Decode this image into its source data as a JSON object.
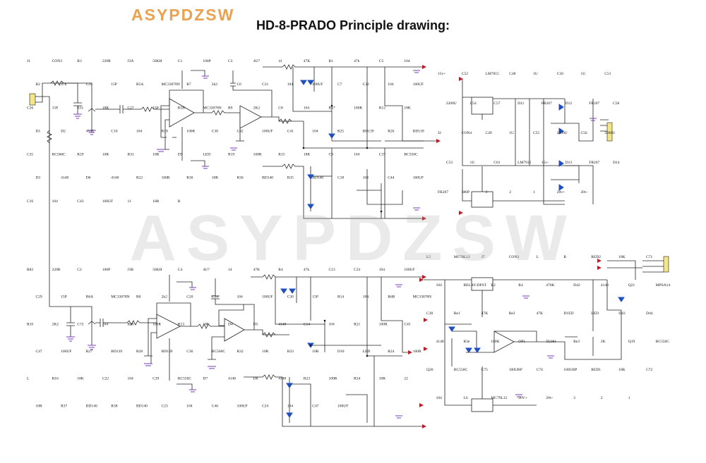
{
  "header": {
    "brand": "ASYPDZSW",
    "title": "HD-8-PRADO Principle drawing:",
    "watermark": "ASYPDZSW"
  },
  "colors": {
    "brand": "#e9a24f",
    "wire": "#222222",
    "ground": "#7a3fb5",
    "diode": "#1f4fbf",
    "rail": "#b3202a",
    "connector": "#f3e58a"
  },
  "labels": {
    "top": [
      "J1",
      "CON3",
      "R3",
      "220R",
      "J3A",
      "50KH",
      "C1",
      "100P",
      "C3",
      "4U7",
      "41",
      "47K",
      "R1",
      "47k",
      "C5",
      "104",
      "R2",
      "47k",
      "C25",
      "15P",
      "R5A",
      "MC33078N",
      "R7",
      "2k2",
      "C6",
      "C31",
      "104",
      "100UF",
      "C7",
      "C32",
      "104",
      "100UF",
      "C26",
      "15P",
      "R11",
      "18K",
      "C27",
      "15P",
      "R5B",
      "MC33078N",
      "R9",
      "2K2",
      "C8",
      "104",
      "R17",
      "100R",
      "R12",
      "18K",
      "D1",
      "D2",
      "4148",
      "C10",
      "104",
      "R18",
      "100R",
      "C30",
      "C42",
      "100UF",
      "C41",
      "104",
      "R25",
      "BD139",
      "R26",
      "BD139",
      "C35",
      "BC560C",
      "R29",
      "10R",
      "R31",
      "10R",
      "D9",
      "LED",
      "R19",
      "100R",
      "R15",
      "18K",
      "C9",
      "104",
      "C37",
      "BC550C",
      "D3",
      "4148",
      "D6",
      "4148",
      "R22",
      "100R",
      "R30",
      "10R",
      "R36",
      "BD140",
      "R35",
      "BD140",
      "C18",
      "104",
      "C44",
      "100UF",
      "C16",
      "104",
      "C43",
      "100UF",
      "11",
      "10R",
      "R"
    ],
    "bottom": [
      "R82",
      "220R",
      "C2",
      "100P",
      "J3B",
      "50KH",
      "C4",
      "4U7",
      "14",
      "47K",
      "R4",
      "47k",
      "C13",
      "C33",
      "104",
      "100UF",
      "C29",
      "15P",
      "R6A",
      "MC33078N",
      "R8",
      "2k2",
      "C20",
      "C34",
      "104",
      "100UF",
      "C30",
      "15P",
      "R14",
      "18K",
      "R6B",
      "MC33078N",
      "R10",
      "2K2",
      "C72",
      "104",
      "R20",
      "100R",
      "R13",
      "18K",
      "D4",
      "D5",
      "4148",
      "C14",
      "104",
      "R21",
      "100R",
      "C45",
      "C47",
      "100UF",
      "R27",
      "BD139",
      "R28",
      "BD139",
      "C36",
      "BC560C",
      "R32",
      "10R",
      "R33",
      "10R",
      "D10",
      "LED",
      "R24",
      "100R",
      "L",
      "R16",
      "18K",
      "C22",
      "104",
      "C39",
      "BC550C",
      "D7",
      "4148",
      "D8",
      "4148",
      "R23",
      "100R",
      "R34",
      "10R",
      "22",
      "10R",
      "R37",
      "BD140",
      "R38",
      "BD140",
      "C23",
      "104",
      "C46",
      "100UF",
      "C24",
      "104",
      "C47",
      "100UF"
    ],
    "power": [
      "15v+",
      "C52",
      "LM7815",
      "C48",
      "1U",
      "C50",
      "1U",
      "C51",
      "2200U",
      "C54",
      "C57",
      "D11",
      "FR207",
      "D12",
      "FR207",
      "C58",
      "J2",
      "CON4",
      "C49",
      "1U",
      "C55",
      "2200U",
      "C56",
      "2200U",
      "C53",
      "1U",
      "C61",
      "LM7915",
      "15v-",
      "D13",
      "FR207",
      "D14",
      "FR207",
      "380P",
      "3",
      "2",
      "1",
      "20v+",
      "20v-"
    ],
    "protect": [
      "L5",
      "MC78L12",
      "J7",
      "CON3",
      "L",
      "R",
      "RED2",
      "18K",
      "C71",
      "104",
      "RELAY-DPST",
      "R2",
      "R4",
      "470K",
      "D42",
      "4148",
      "Q21",
      "MPSA14",
      "C38",
      "Re1",
      "47K",
      "Re2",
      "47K",
      "D1ED",
      "LED",
      "D43",
      "D44",
      "4148",
      "R3e",
      "100K",
      "OP1",
      "TL081",
      "Re3",
      "2K",
      "Q19",
      "BC550C",
      "Q20",
      "BC550C",
      "C75",
      "100UBP",
      "C74",
      "100UBP",
      "RED1",
      "18K",
      "C72",
      "104",
      "L6",
      "MC79L12",
      "20V+",
      "20v-",
      "3",
      "2",
      "1"
    ]
  }
}
